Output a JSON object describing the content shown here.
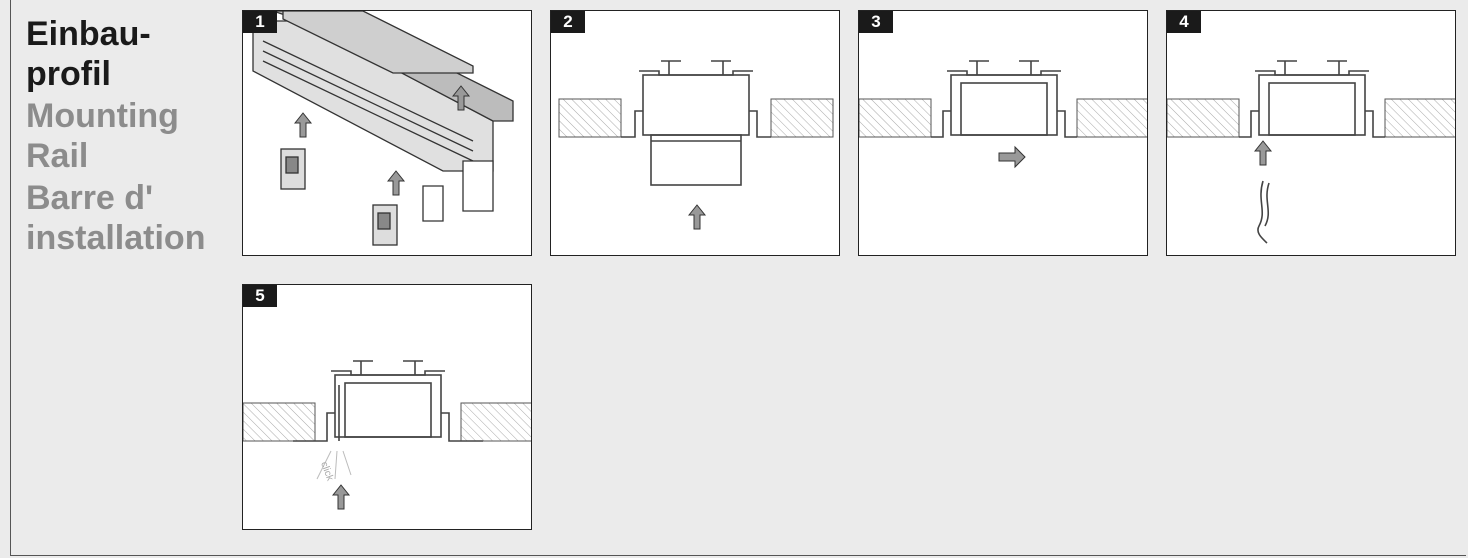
{
  "title": {
    "de": [
      "Einbau-",
      "profil"
    ],
    "en": [
      "Mounting",
      "Rail"
    ],
    "fr": [
      "Barre d'",
      "installation"
    ]
  },
  "steps": [
    {
      "number": "1",
      "icon": "rail-assembly-with-clips-illustration"
    },
    {
      "number": "2",
      "icon": "insert-profile-arrow-up-illustration"
    },
    {
      "number": "3",
      "icon": "slide-profile-arrow-right-illustration"
    },
    {
      "number": "4",
      "icon": "insert-spring-clip-arrow-up-illustration"
    },
    {
      "number": "5",
      "icon": "click-into-place-illustration",
      "click_label": "click"
    }
  ],
  "colors": {
    "background": "#ebebeb",
    "panel": "#ffffff",
    "badge": "#1a1a1a",
    "arrow": "#999999",
    "primary_text": "#1a1a1a",
    "secondary_text": "#8c8c8c"
  }
}
